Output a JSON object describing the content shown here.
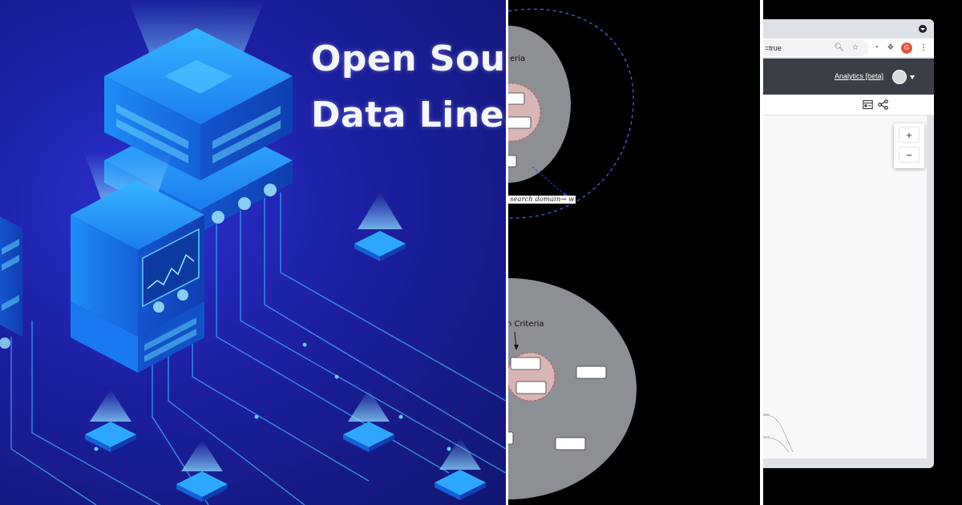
{
  "hero": {
    "title_line_1": "Open Sou",
    "title_line_2": "Data Linea",
    "colors": {
      "background": "#1b1f9e",
      "glow": "#3aa0ff",
      "text": "#f4f6ff"
    }
  },
  "diagram": {
    "criteria_label_top": "eria",
    "criteria_label_bottom": "n Criteria",
    "edge_label": "search domain→ w",
    "colors": {
      "outer_ellipse": "#8c8f94",
      "inner_circle": "#d8b6b6",
      "inner_border": "#c45a5a",
      "link": "#2a44e0"
    }
  },
  "browser": {
    "omnibox_text": "=true",
    "zoom_icon": "magnifier-icon",
    "star_icon": "star-icon",
    "extension_icons": [
      "ublock-icon",
      "puzzle-icon"
    ],
    "profile_initial": "G",
    "menu_icon": "kebab-icon",
    "header": {
      "analytics_link": "Analytics [beta]"
    },
    "view_icons": [
      "table-view-icon",
      "lineage-view-icon"
    ],
    "zoom_controls": {
      "zoom_in": "+",
      "zoom_out": "−"
    },
    "colors": {
      "header_bg": "#3a3f47",
      "profile": "#e0573d",
      "canvas_bg": "#f7f8fa"
    }
  }
}
